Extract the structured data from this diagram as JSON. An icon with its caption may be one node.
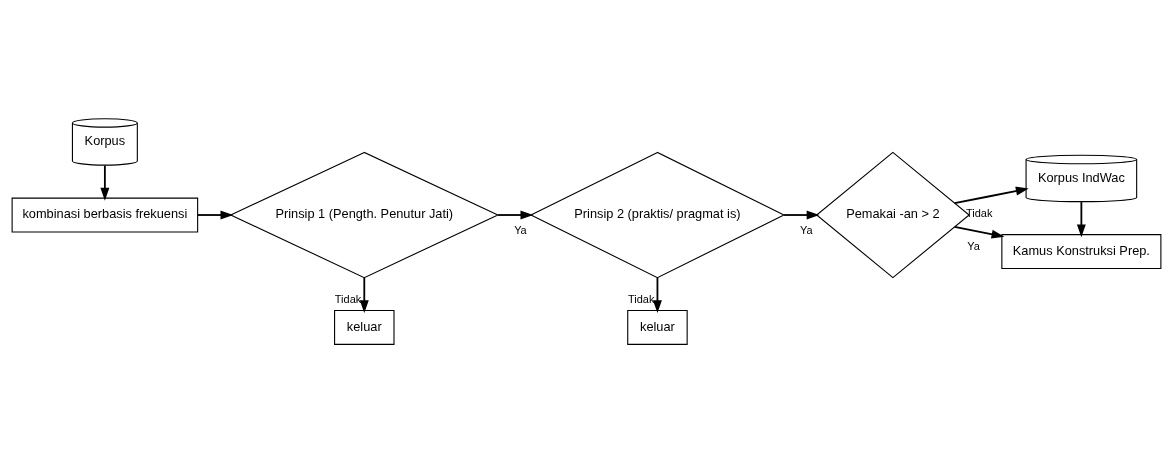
{
  "diagram": {
    "nodes": [
      {
        "text": [
          "Korpus"
        ]
      },
      {
        "text": [
          "kombinasi berbasis frekuensi"
        ]
      },
      {
        "text": [
          "keluar"
        ]
      },
      {
        "text": [
          "Prinsip 1 (Pength. Penutur Jati)"
        ]
      },
      {
        "text": [
          "keluar"
        ]
      },
      {
        "text": [
          "Prinsip 2 (praktis/ pragmat is)"
        ]
      },
      {
        "text": [
          "Pemakai -an > 2"
        ]
      },
      {
        "text": [
          "Korpus IndWac"
        ]
      },
      {
        "text": [
          "Kamus Konstruksi Prep."
        ]
      }
    ],
    "edges": [
      {
        "from": 0,
        "to": 1,
        "arrow": "to"
      },
      {
        "from": 1,
        "to": 3,
        "arrow": "to"
      },
      {
        "from": 3,
        "to": 2,
        "arrow": "to",
        "label": "Tidak"
      },
      {
        "from": 3,
        "to": 5,
        "arrow": "to",
        "label": "Ya"
      },
      {
        "from": 5,
        "to": 4,
        "arrow": "to",
        "label": "Tidak"
      },
      {
        "from": 5,
        "to": 6,
        "arrow": "to",
        "label": "Ya"
      },
      {
        "from": 6,
        "to": 7,
        "arrow": "to",
        "label": "Tidak"
      },
      {
        "from": 6,
        "to": 8,
        "arrow": "to",
        "label": "Ya"
      },
      {
        "from": 7,
        "to": 8,
        "arrow": "to"
      }
    ]
  }
}
